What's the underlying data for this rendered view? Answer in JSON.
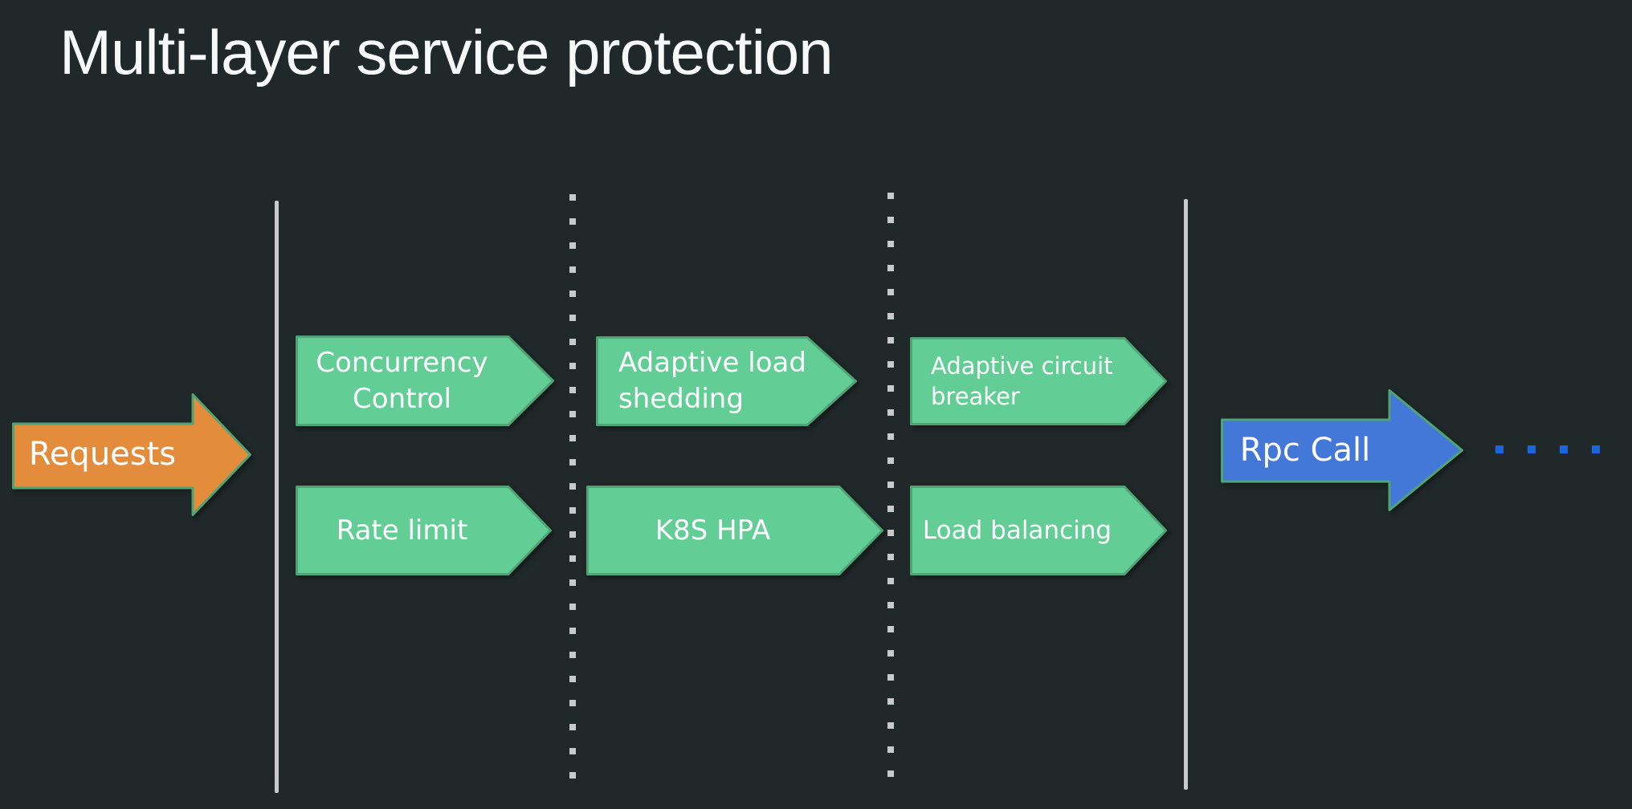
{
  "title": "Multi-layer service protection",
  "flow": {
    "input": {
      "label": "Requests"
    },
    "output": {
      "label": "Rpc Call"
    }
  },
  "stages": [
    {
      "top": "Concurrency\nControl",
      "bottom": "Rate limit"
    },
    {
      "top": "Adaptive load\nshedding",
      "bottom": "K8S HPA"
    },
    {
      "top": "Adaptive circuit\nbreaker",
      "bottom": "Load balancing"
    }
  ],
  "colors": {
    "background": "#202829",
    "title_text": "#F7F8F8",
    "label_text": "#FFFFFF",
    "green_fill": "#62CE95",
    "green_border": "#4FA475",
    "orange_fill": "#E28C3C",
    "blue_fill": "#4478D8",
    "line_gray": "#C8CBCB",
    "dot_blue": "#1C64DE"
  }
}
